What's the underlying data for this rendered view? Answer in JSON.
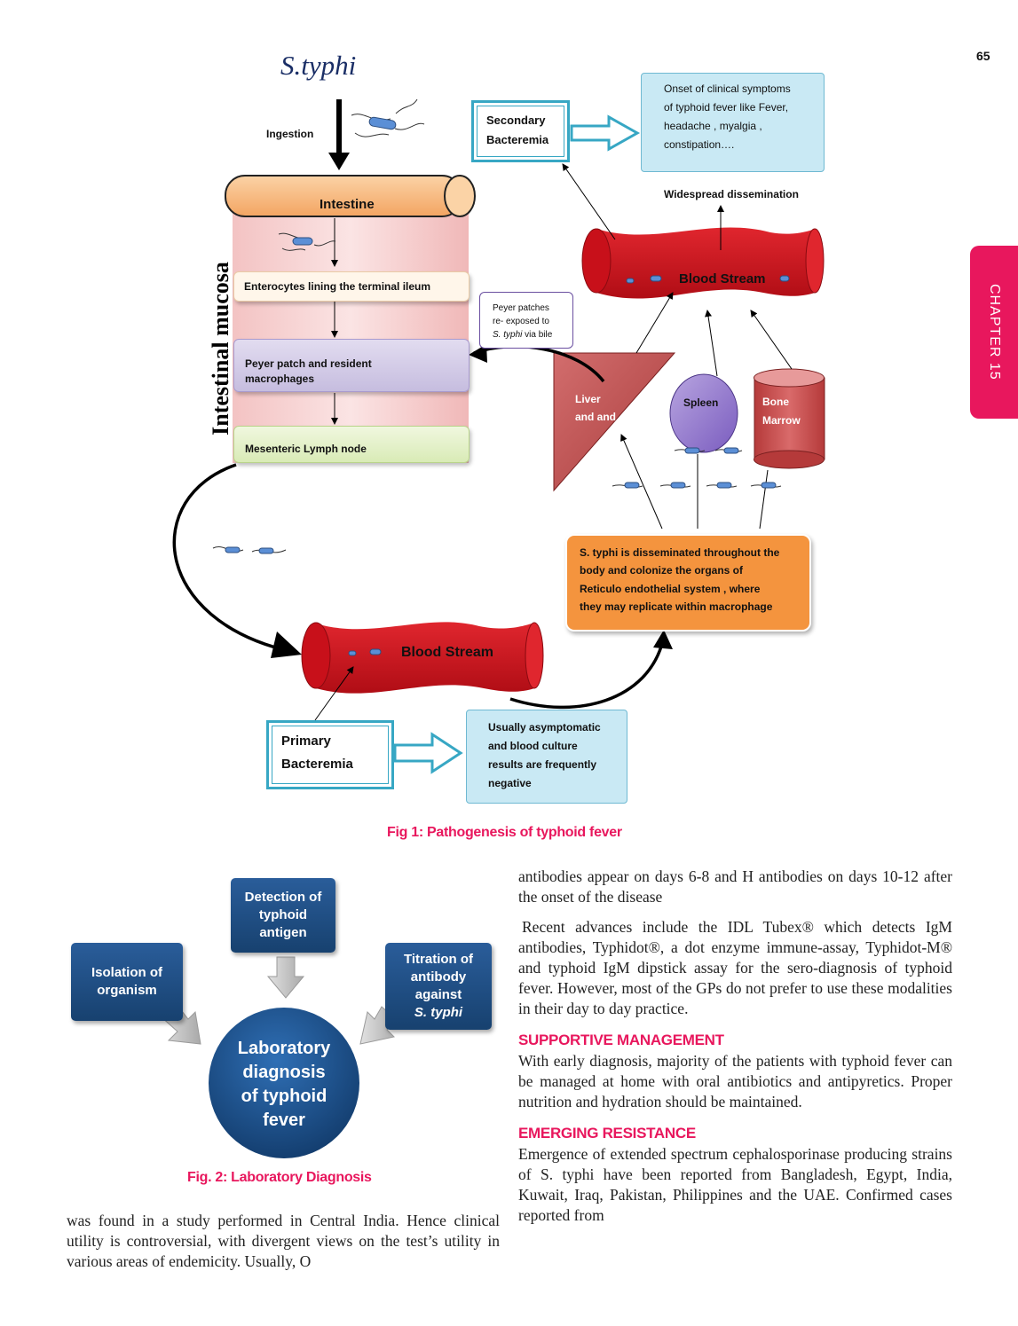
{
  "page_number": "65",
  "chapter_tab": "CHAPTER 15",
  "fig1": {
    "title": "S.typhi",
    "ingestion": "Ingestion",
    "intestine": "Intestine",
    "mucosa_label": "Intestinal mucosa",
    "layer_enterocytes": "Enterocytes lining the terminal ileum",
    "layer_peyer_1": "Peyer patch and resident",
    "layer_peyer_2": "macrophages",
    "layer_lymph": "Mesenteric Lymph node",
    "peyer_note_1": "Peyer patches",
    "peyer_note_2": "re- exposed to",
    "peyer_note_3": "S. typhi",
    "peyer_note_4": "via bile",
    "secondary_1": "Secondary",
    "secondary_2": "Bacteremia",
    "onset_1": "Onset of clinical symptoms",
    "onset_2": "of typhoid fever like Fever,",
    "onset_3": "headache , myalgia ,",
    "onset_4": "constipation….",
    "widespread": "Widespread dissemination",
    "blood_stream_top": "Blood Stream",
    "liver_1": "Liver",
    "liver_2": "and and",
    "spleen": "Spleen",
    "bone_1": "Bone",
    "bone_2": "Marrow",
    "dissem_1": "S. typhi is disseminated throughout the",
    "dissem_2": "body and colonize the organs of",
    "dissem_3": "Reticulo endothelial system , where",
    "dissem_4": "they may replicate within macrophage",
    "blood_stream_bottom": "Blood Stream",
    "primary_1": "Primary",
    "primary_2": "Bacteremia",
    "asym_1": "Usually asymptomatic",
    "asym_2": "and blood culture",
    "asym_3": "results are frequently",
    "asym_4": "negative",
    "caption": "Fig 1: Pathogenesis of typhoid fever"
  },
  "fig2": {
    "detection": [
      "Detection of",
      "typhoid",
      "antigen"
    ],
    "isolation": [
      "Isolation of",
      "organism"
    ],
    "titration": [
      "Titration of",
      "antibody",
      "against",
      "S. typhi"
    ],
    "center": [
      "Laboratory",
      "diagnosis",
      "of typhoid",
      "fever"
    ],
    "caption": "Fig. 2: Laboratory Diagnosis"
  },
  "text": {
    "left_para": "was found in a study performed in Central India. Hence clinical utility is controversial, with divergent views on the test’s utility in various areas of endemicity. Usually, O",
    "right_para_1": "antibodies appear on days 6-8 and H antibodies on days 10-12 after the onset of the disease",
    "right_para_2": "Recent advances include the IDL Tubex® which detects IgM antibodies, Typhidot®, a dot enzyme immune-assay, Typhidot-M® and typhoid IgM dipstick assay for the sero-diagnosis of typhoid fever. However, most of the GPs do not prefer to use these modalities in their day to day practice.",
    "heading_supportive": "SUPPORTIVE MANAGEMENT",
    "supportive_para": "With early diagnosis, majority of the patients with typhoid fever can be managed at home with oral antibiotics and antipyretics. Proper nutrition and hydration should be maintained.",
    "heading_resistance": "EMERGING RESISTANCE",
    "resistance_para": "Emergence of extended spectrum cephalosporinase producing strains of S. typhi have been reported from Bangladesh, Egypt, India, Kuwait, Iraq, Pakistan, Philippines and the UAE. Confirmed cases reported from"
  },
  "colors": {
    "accent": "#e8175d",
    "blood_red": "#c8101a",
    "navy": "#1f4e85",
    "teal_border": "#37a7c4",
    "orange": "#f4943e"
  }
}
